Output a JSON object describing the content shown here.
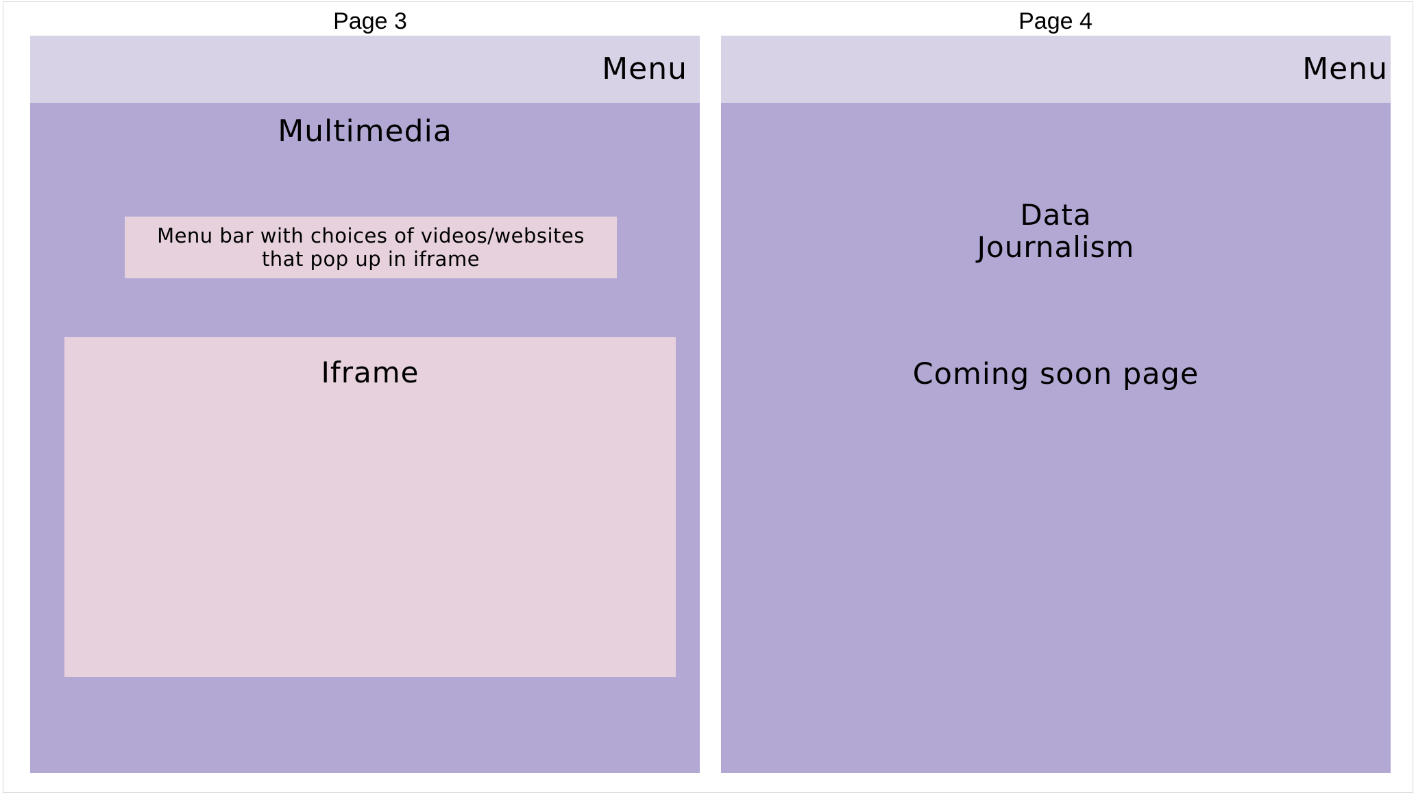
{
  "pages": [
    {
      "label": "Page 3",
      "menu_label": "Menu",
      "title": "Multimedia",
      "menu_bar_text": "Menu bar with choices of videos/websites that pop up in iframe",
      "iframe_label": "Iframe"
    },
    {
      "label": "Page 4",
      "menu_label": "Menu",
      "title_line1": "Data",
      "title_line2": "Journalism",
      "coming_soon": "Coming soon page"
    }
  ],
  "colors": {
    "header_bar": "#d8d2e7",
    "body_area": "#b2a8d3",
    "pink_box": "#e6d1dc",
    "text": "#000000",
    "background": "#ffffff"
  }
}
